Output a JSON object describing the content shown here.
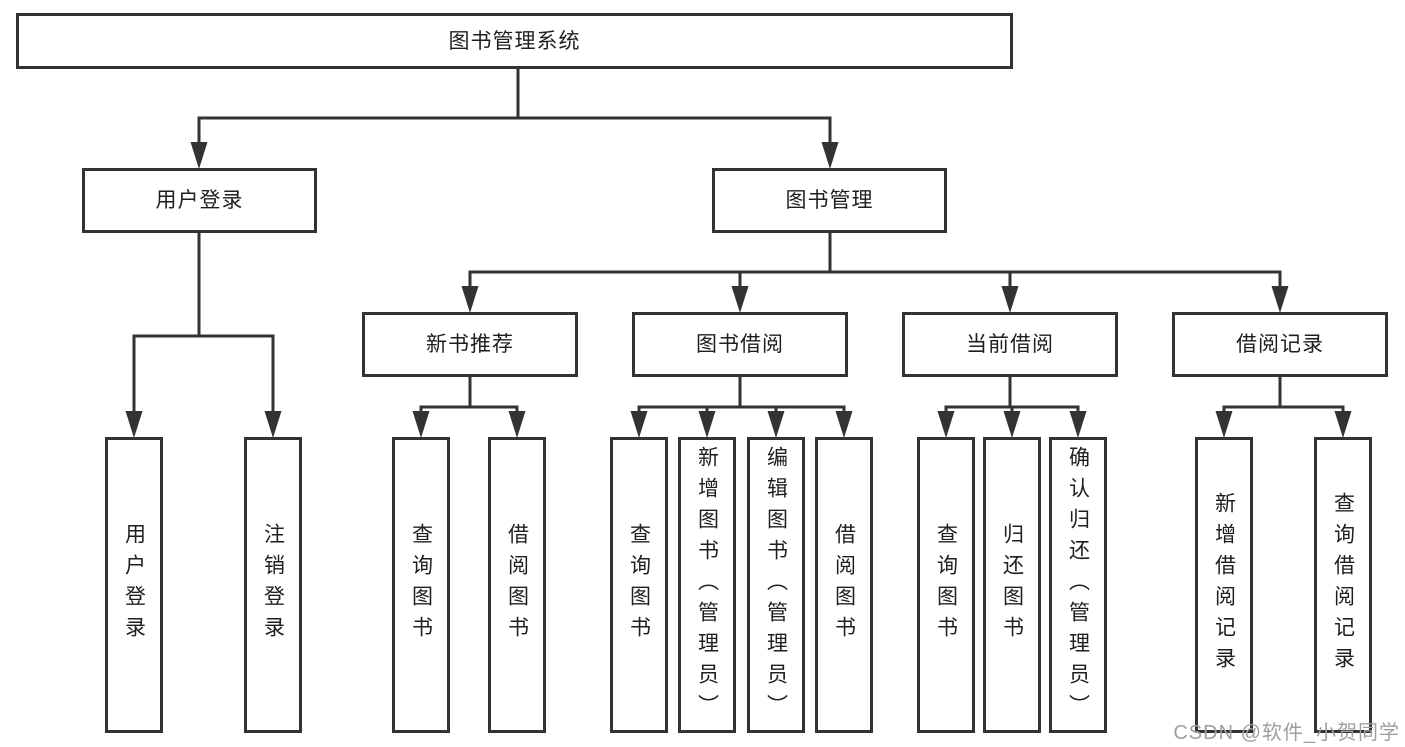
{
  "tree": {
    "root": "图书管理系统",
    "level2": [
      "用户登录",
      "图书管理"
    ],
    "level3": [
      "新书推荐",
      "图书借阅",
      "当前借阅",
      "借阅记录"
    ],
    "user_children": [
      "用户登录",
      "注销登录"
    ],
    "newbook_children": [
      "查询图书",
      "借阅图书"
    ],
    "borrow_children": [
      "查询图书",
      "新增图书（管理员）",
      "编辑图书（管理员）",
      "借阅图书"
    ],
    "current_children": [
      "查询图书",
      "归还图书",
      "确认归还（管理员）"
    ],
    "records_children": [
      "新增借阅记录",
      "查询借阅记录"
    ]
  },
  "watermark": "CSDN @软件_小贺同学",
  "colors": {
    "line": "#333333",
    "text": "#1f1f1f",
    "watermark": "#9f9f9f",
    "background": "#ffffff"
  }
}
